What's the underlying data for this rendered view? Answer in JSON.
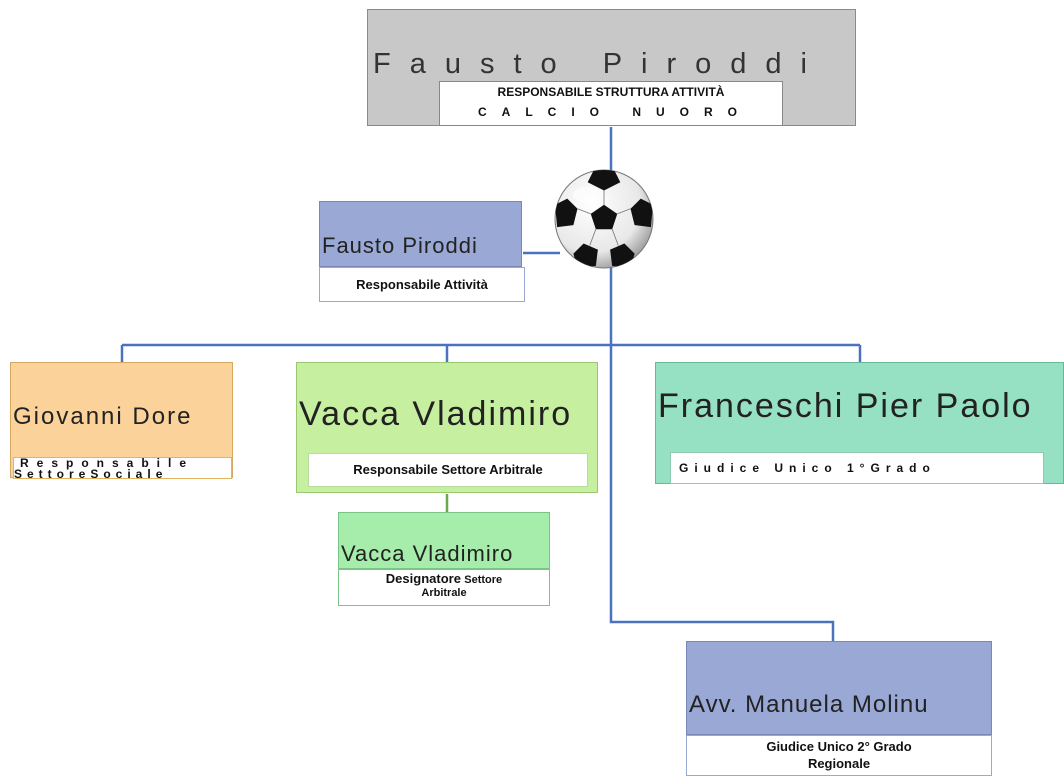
{
  "colors": {
    "connector_blue": "#4a72bf",
    "connector_green": "#6aaa4a",
    "grey": "#c8c8c8",
    "blue": "#9aa8d6",
    "orange": "#fbd39a",
    "light_green": "#c6f0a0",
    "teal": "#96e0c4",
    "mid_green": "#a6ecaa"
  },
  "ball_icon": "soccer-ball-icon",
  "nodes": {
    "top": {
      "name": "Fausto Piroddi",
      "role_line1": "RESPONSABILE STRUTTURA ATTIVITÀ",
      "role_line2": "CALCIO NUORO"
    },
    "activity": {
      "name": "Fausto Piroddi",
      "role": "Responsabile Attività"
    },
    "dore": {
      "name": "Giovanni Dore",
      "role_line1": "Responsabile",
      "role_line2": "SettoreSociale"
    },
    "vacca_arbitrale": {
      "name": "Vacca Vladimiro",
      "role": "Responsabile Settore Arbitrale"
    },
    "vacca_designatore": {
      "name": "Vacca Vladimiro",
      "role_bold": "Designatore",
      "role_rest": "Settore",
      "role_line2": "Arbitrale"
    },
    "franceschi": {
      "name": "Franceschi Pier Paolo",
      "role": "Giudice Unico 1°Grado"
    },
    "molinu": {
      "name": "Avv. Manuela Molinu",
      "role_line1": "Giudice Unico 2° Grado",
      "role_line2": "Regionale"
    }
  }
}
